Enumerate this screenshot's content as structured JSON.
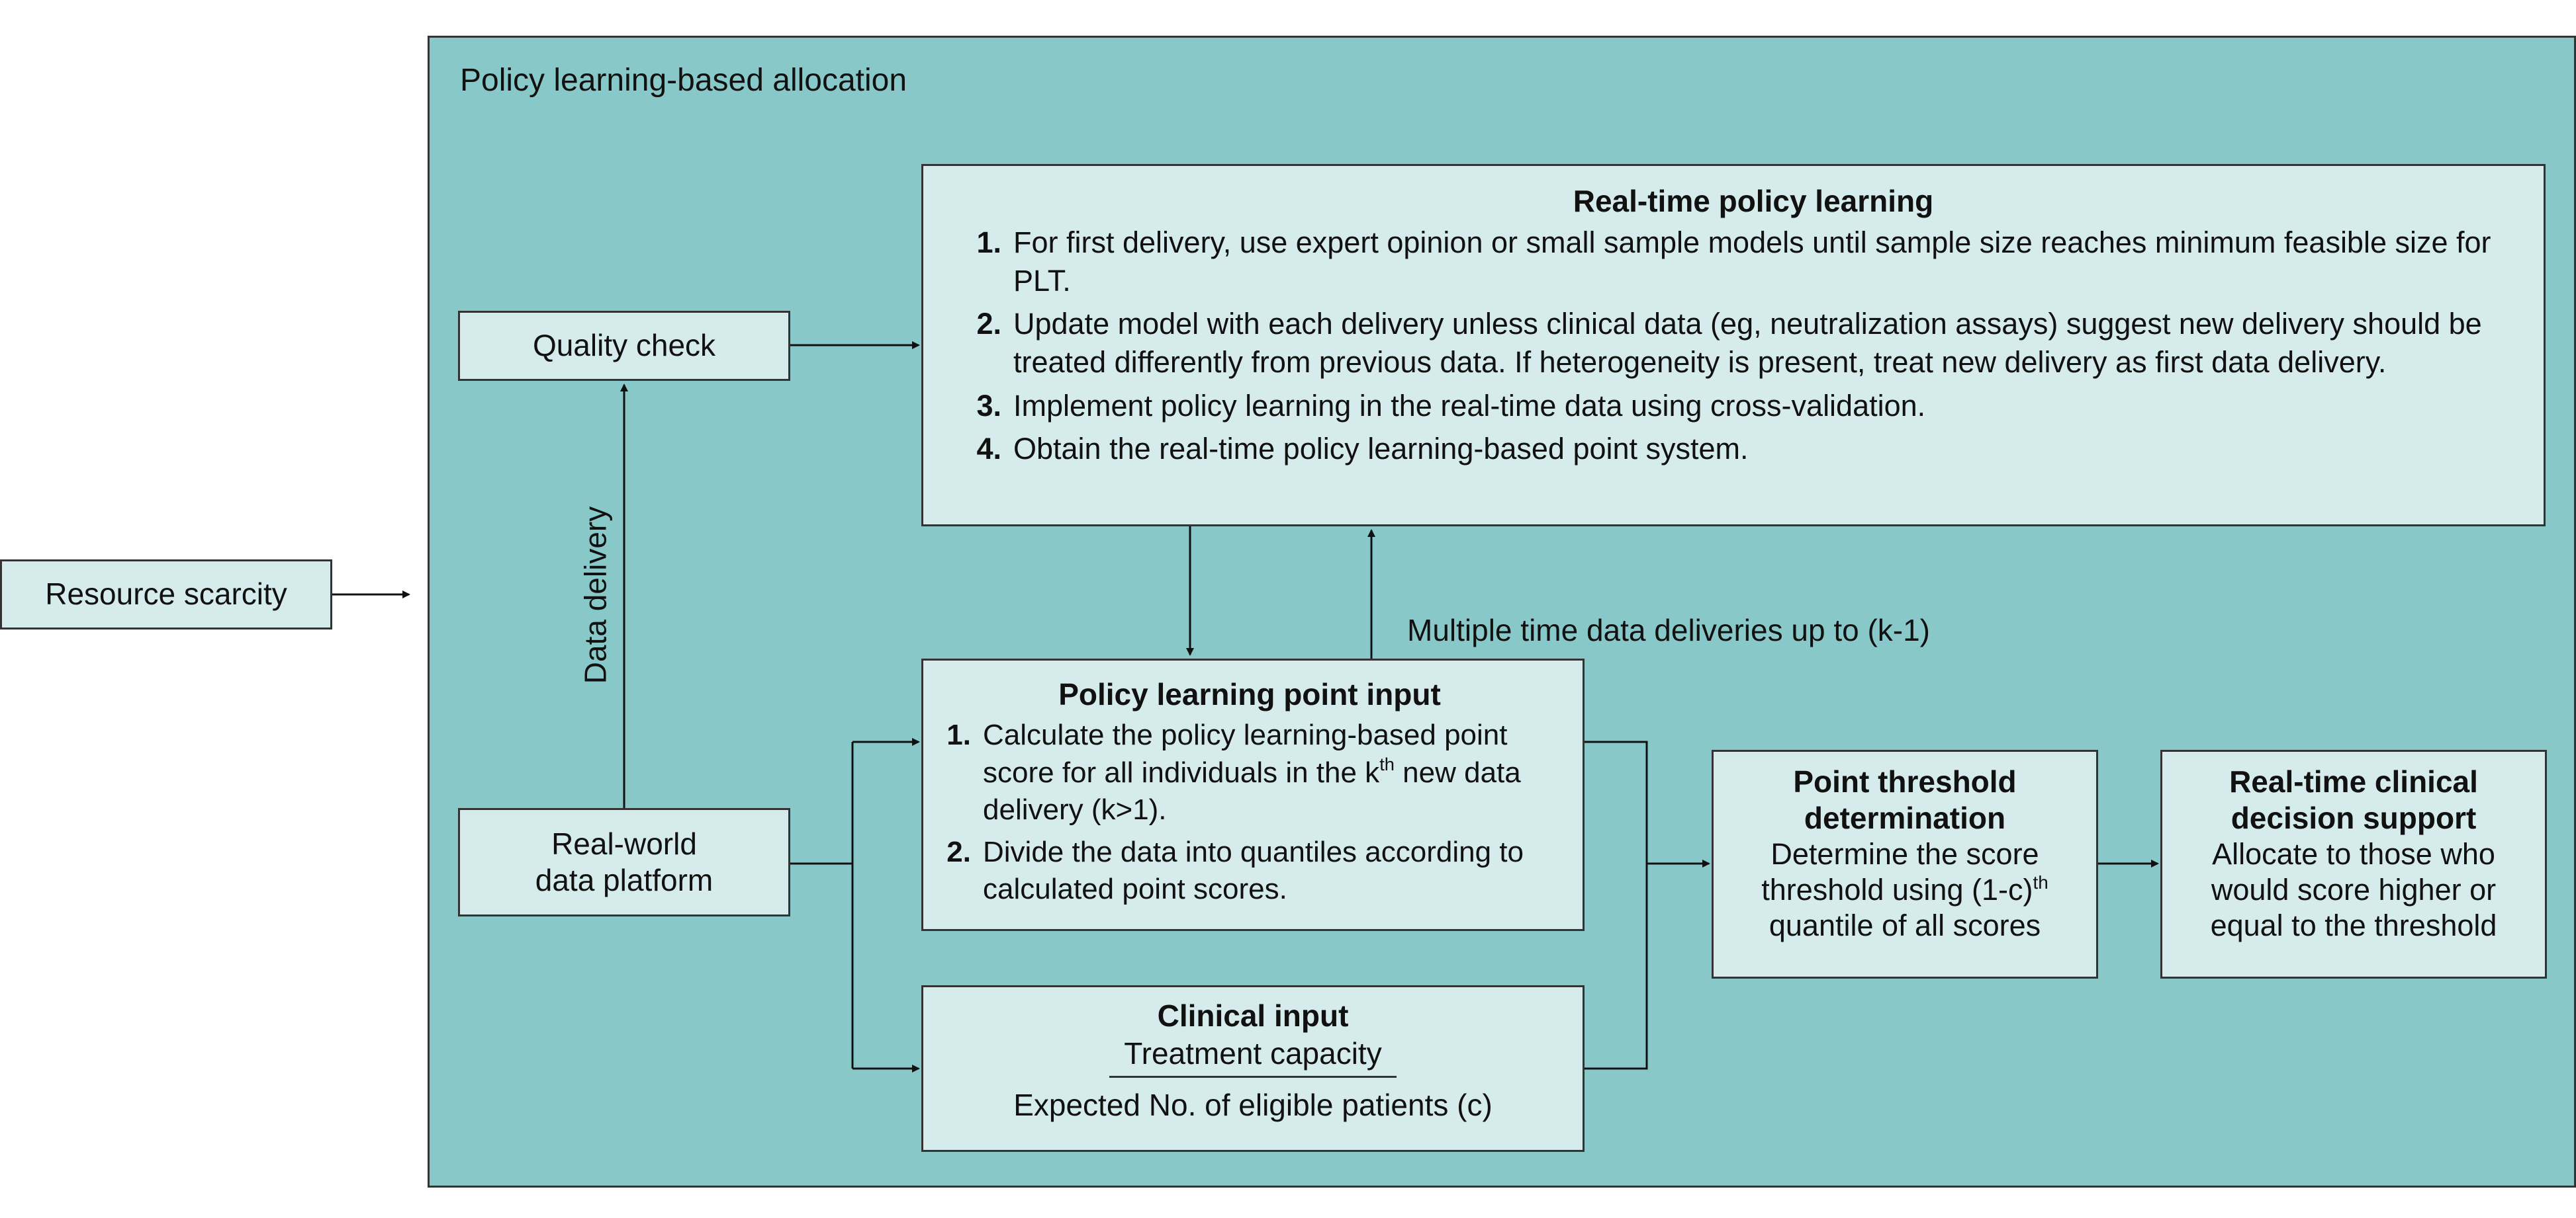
{
  "colors": {
    "panel": "#88c8c9",
    "box": "#d6ebeb",
    "stroke": "#333333",
    "text": "#111111"
  },
  "panel": {
    "title": "Policy learning-based allocation"
  },
  "resource_scarcity": {
    "label": "Resource scarcity"
  },
  "quality_check": {
    "label": "Quality check"
  },
  "data_delivery": {
    "label": "Data delivery"
  },
  "real_world": {
    "line1": "Real-world",
    "line2": "data platform"
  },
  "realtime": {
    "title": "Real-time policy learning",
    "steps": [
      {
        "num": "1.",
        "text": "For first delivery, use expert opinion or small sample models until sample size reaches minimum feasible size for PLT."
      },
      {
        "num": "2.",
        "text": "Update model with each delivery unless clinical data (eg, neutralization assays) suggest new delivery should be treated differently from previous data. If heterogeneity is present, treat new delivery as first data delivery."
      },
      {
        "num": "3.",
        "text": "Implement policy learning in the real-time data using cross-validation."
      },
      {
        "num": "4.",
        "text": "Obtain the real-time policy learning-based point system."
      }
    ]
  },
  "multiple_deliveries": {
    "label": "Multiple time data deliveries up to (k-1)"
  },
  "point_input": {
    "title": "Policy learning point input",
    "step1_num": "1.",
    "step1_a": "Calculate the policy learning-based point score for all individuals in the k",
    "step1_sup": "th",
    "step1_b": " new data delivery (k>1).",
    "step2_num": "2.",
    "step2": "Divide the data into quantiles according to calculated point scores."
  },
  "clinical": {
    "title": "Clinical input",
    "numerator": "Treatment capacity",
    "denominator": "Expected No. of eligible patients (c)"
  },
  "threshold": {
    "title_line1": "Point threshold",
    "title_line2": "determination",
    "line1": "Determine the score",
    "line2": "threshold using (1-c)",
    "line2_sup": "th",
    "line3": "quantile of all scores"
  },
  "decision": {
    "title_line1": "Real-time clinical",
    "title_line2": "decision support",
    "line1": "Allocate to those who",
    "line2": "would score higher or",
    "line3": "equal to the threshold"
  }
}
